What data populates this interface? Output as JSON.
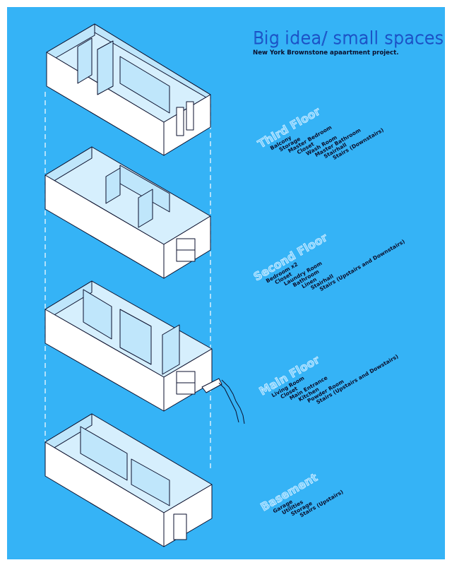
{
  "header": {
    "title": "Big idea/ small spaces",
    "subtitle": "New York Brownstone apaartment project."
  },
  "floors": [
    {
      "name": "Third Floor",
      "rooms": [
        "Balcony",
        "Storage",
        "Master Bedroom",
        "Closet",
        "Wash Room",
        "Master Bathroom",
        "Stairhall",
        "Stairs (Downstairs)"
      ]
    },
    {
      "name": "Second Floor",
      "rooms": [
        "Bedroom x2",
        "Closet",
        "Laundry Room",
        "Bathroom",
        "Linen",
        "Stairhall",
        "Stairs (Upstairs and Downstairs)"
      ]
    },
    {
      "name": "Main Floor",
      "rooms": [
        "Living Room",
        "Closet",
        "Main Entrance",
        "Kitchen",
        "Powder Room",
        "Stairs (Upstairs and Dowstairs)"
      ]
    },
    {
      "name": "Basement",
      "rooms": [
        "Garage",
        "Utilities",
        "Storage",
        "Stairs (Upstairs)"
      ]
    }
  ],
  "colors": {
    "background": "#35b3f6",
    "wall_face": "#ffffff",
    "wall_inner": "#bfe6fb",
    "floor": "#d6effd",
    "outline": "#0a0f2c",
    "title": "#1b4fc4",
    "floor_label": "#7fd0ff"
  }
}
